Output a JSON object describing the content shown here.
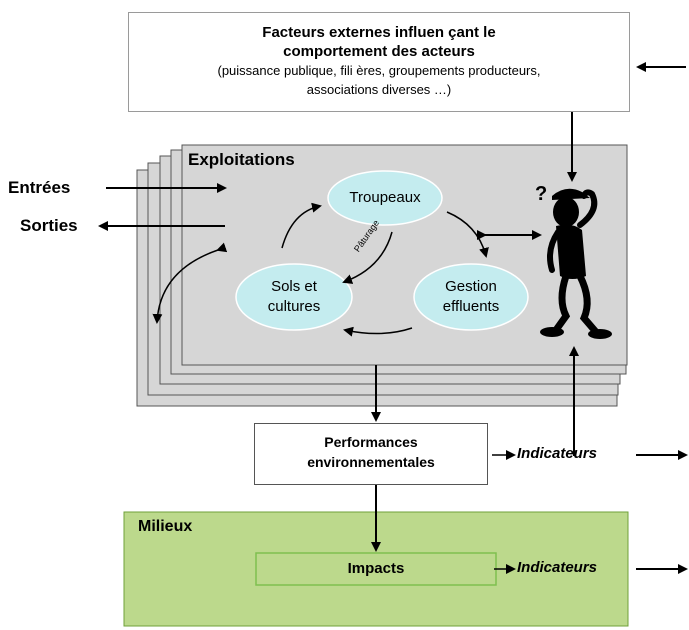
{
  "external_factors": {
    "title_line1": "Facteurs externes influen   çant le",
    "title_line2": "comportement des acteurs",
    "detail_line1": "(puissance publique, fili   ères, groupements producteurs,",
    "detail_line2": "associations diverses  …)"
  },
  "farms": {
    "title": "Exploitations",
    "inputs_label": "Entrées",
    "outputs_label": "Sorties",
    "herds": "Troupeaux",
    "soils_line1": "Sols et",
    "soils_line2": "cultures",
    "effluents_line1": "Gestion",
    "effluents_line2": "effluents",
    "grazing": "Pâturage"
  },
  "performance": {
    "line1": "Performances",
    "line2": "environnementales",
    "indicators": "Indicateurs"
  },
  "environment": {
    "title": "Milieux",
    "impacts": "Impacts",
    "indicators": "Indicateurs"
  },
  "colors": {
    "farm_fill": "#d6d6d6",
    "ellipse_fill": "#c4ecef",
    "milieux_fill": "#bcd98c",
    "impacts_border": "#7fbf4f"
  },
  "icons": {
    "actor": "thinking-person-icon"
  }
}
